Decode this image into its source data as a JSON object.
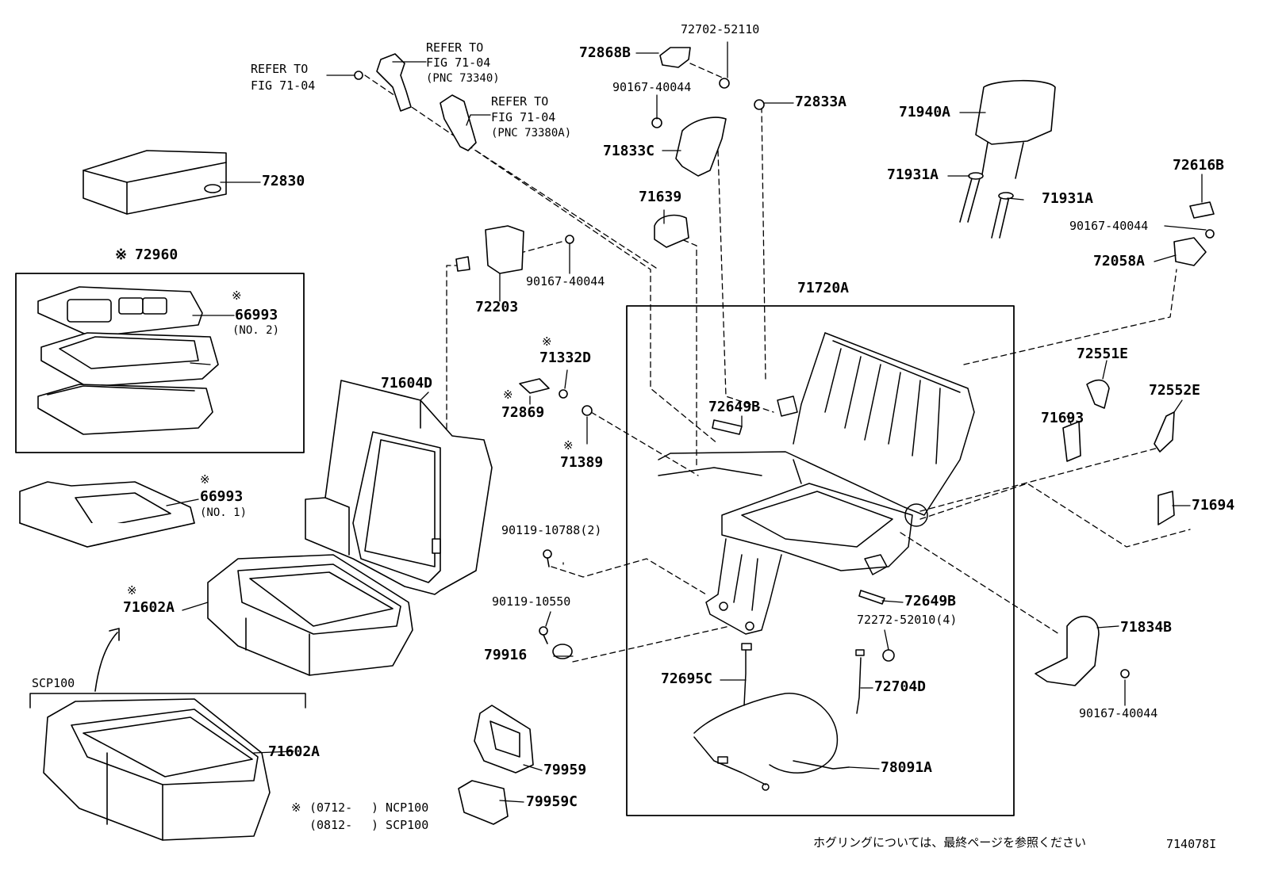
{
  "labels": {
    "p72702_52110": "72702-52110",
    "p72868B": "72868B",
    "p90167_top": "90167-40044",
    "p72833A": "72833A",
    "p71833C": "71833C",
    "refer1_a": "REFER TO",
    "refer1_b": "FIG 71-04",
    "refer2_a": "REFER TO",
    "refer2_b": "FIG 71-04",
    "refer2_c": "(PNC 73340)",
    "refer3_a": "REFER TO",
    "refer3_b": "FIG 71-04",
    "refer3_c": "(PNC 73380A)",
    "p72830": "72830",
    "p72960": "72960",
    "mark_72960": "※",
    "mark_66993_2": "※",
    "p66993_2": "66993",
    "no2": "(NO. 2)",
    "p71639": "71639",
    "p90167_mid": "90167-40044",
    "p72203": "72203",
    "p71720A": "71720A",
    "p71940A": "71940A",
    "p71931A_l": "71931A",
    "p71931A_r": "71931A",
    "p72616B": "72616B",
    "p90167_right": "90167-40044",
    "p72058A": "72058A",
    "mark_71332D": "※",
    "p71332D": "71332D",
    "mark_72869": "※",
    "p72869": "72869",
    "mark_71389": "※",
    "p71389": "71389",
    "p71604D": "71604D",
    "p72649B_top": "72649B",
    "p72551E": "72551E",
    "p72552E": "72552E",
    "p71693": "71693",
    "mark_66993_1": "※",
    "p66993_1": "66993",
    "no1": "(NO. 1)",
    "p71694": "71694",
    "p90119_10788": "90119-10788(2)",
    "mark_71602A": "※",
    "p71602A_top": "71602A",
    "p90119_10550": "90119-10550",
    "p72649B_bot": "72649B",
    "p72272_52010": "72272-52010(4)",
    "p79916": "79916",
    "p71834B": "71834B",
    "p72695C": "72695C",
    "p72704D": "72704D",
    "scp100": "SCP100",
    "p90167_bottom": "90167-40044",
    "p71602A_bot": "71602A",
    "p79959": "79959",
    "p78091A": "78091A",
    "p79959C": "79959C",
    "note_mark": "※",
    "note1_a": "(0712-",
    "note1_b": ") NCP100",
    "note2_a": "(0812-",
    "note2_b": ") SCP100",
    "footer_jp": "ホグリングについては、最終ページを参照ください",
    "figure_id": "714078I"
  }
}
